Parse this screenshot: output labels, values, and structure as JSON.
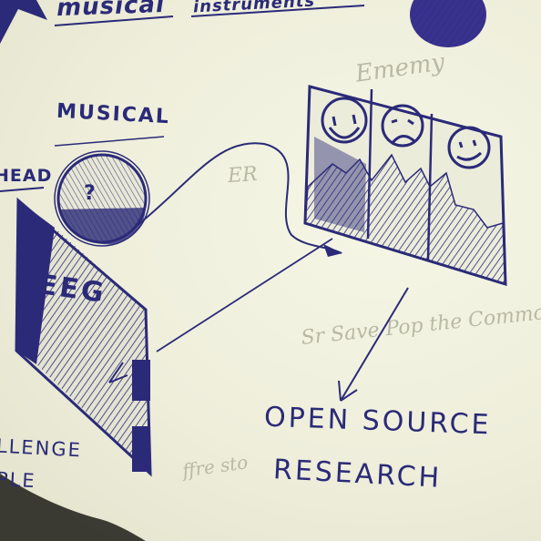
{
  "labels": {
    "musical_top": "musical",
    "instruments": "instruments",
    "musical": "MUSICAL",
    "head": "HEAD",
    "eeg": "EEG",
    "question": "?",
    "challenge": "LLENGE",
    "people": "PLE",
    "open_source": "OPEN SOURCE",
    "research": "RESEARCH"
  },
  "colors": {
    "ink": "#2b2a78",
    "paper": "#f2f2e0"
  }
}
